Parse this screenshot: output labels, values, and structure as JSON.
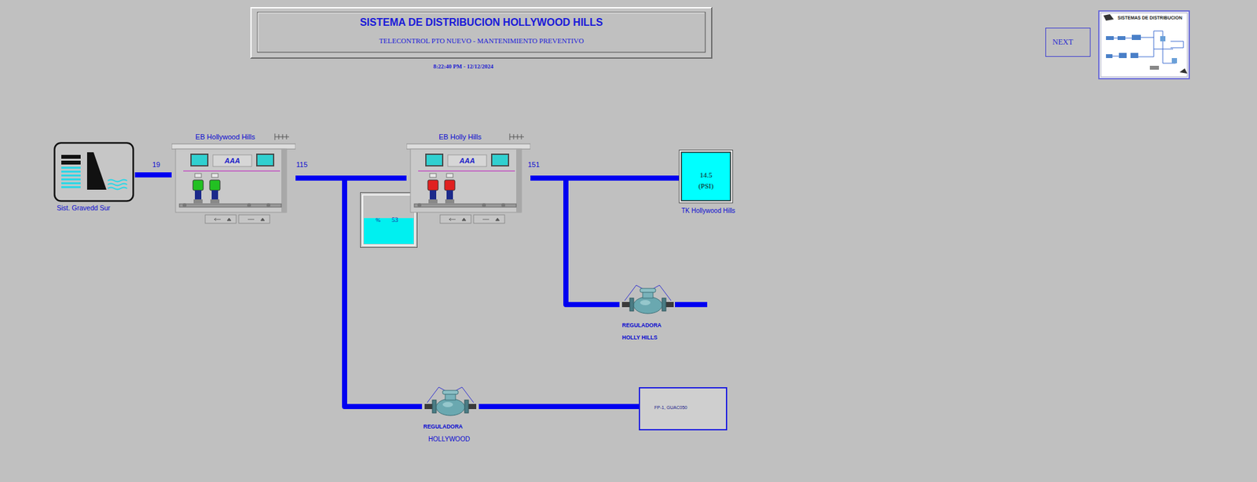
{
  "diagram": {
    "title": "SISTEMA DE DISTRIBUCION HOLLYWOOD HILLS",
    "nodes": [
      {
        "text": [
          "TELECONTROL PTO NUEVO - MANTENIMIENTO PREVENTIVO"
        ]
      },
      {
        "text": [
          "NEXT"
        ]
      },
      {
        "text": [
          "SISTEMAS DE DISTRIBUCION"
        ]
      },
      {
        "text": [
          "Sist. Gravedd Sur"
        ]
      },
      {
        "text": [
          "EB Hollywood Hills",
          "AAA"
        ]
      },
      {
        "text": [
          "%",
          "53"
        ]
      },
      {
        "text": [
          "EB Holly Hills",
          "AAA"
        ]
      },
      {
        "text": [
          "14.5",
          "(PSI)",
          "TK Hollywood Hills"
        ]
      },
      {
        "text": [
          "REGULADORA",
          "HOLLY HILLS"
        ]
      },
      {
        "text": [
          "REGULADORA",
          "HOLLYWOOD"
        ]
      },
      {
        "text": [
          "FP-1, GUAC050"
        ]
      }
    ],
    "edges": [
      {
        "from": 3,
        "to": 4,
        "label": "19",
        "arrow": "none"
      },
      {
        "from": 4,
        "to": 6,
        "label": "115",
        "arrow": "none"
      },
      {
        "from": 4,
        "to": 9,
        "arrow": "none"
      },
      {
        "from": 9,
        "to": 10,
        "arrow": "none"
      },
      {
        "from": 6,
        "to": 7,
        "label": "151",
        "arrow": "none"
      },
      {
        "from": 6,
        "to": 8,
        "arrow": "none"
      }
    ],
    "labels": [
      "8:22:40 PM - 12/12/2024"
    ]
  }
}
